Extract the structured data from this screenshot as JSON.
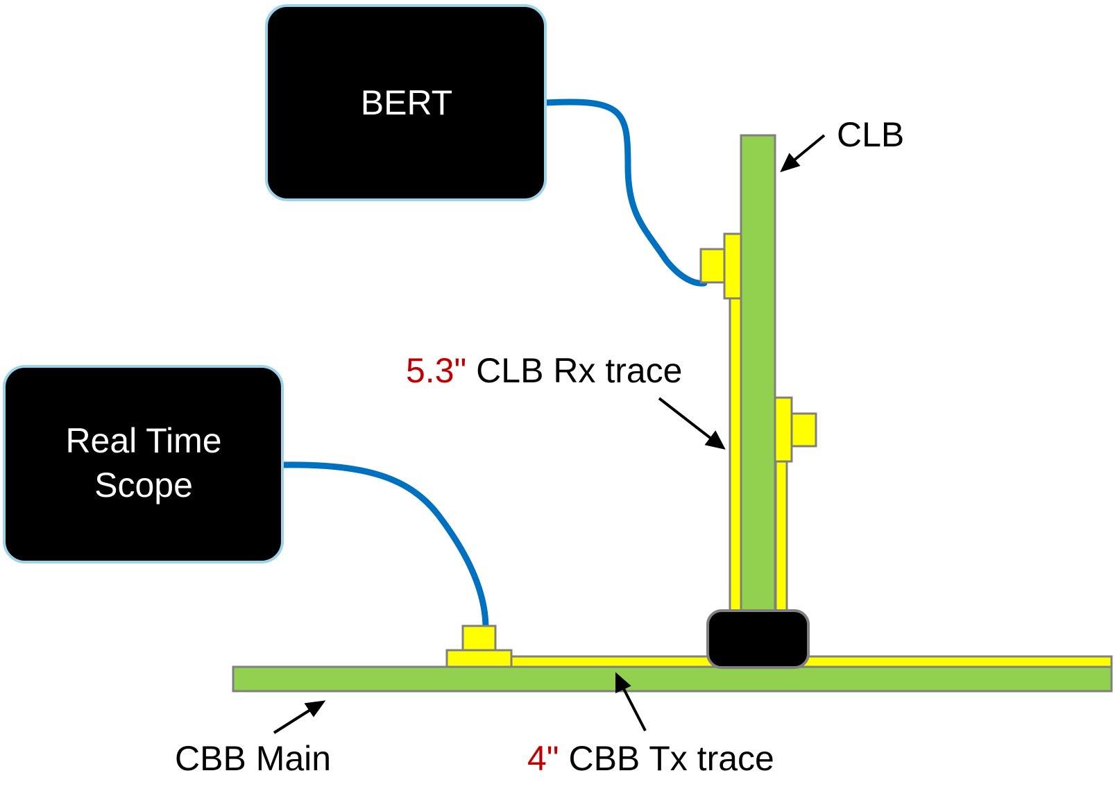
{
  "instruments": {
    "bert": {
      "label": "BERT"
    },
    "scope": {
      "line1": "Real Time",
      "line2": "Scope"
    }
  },
  "labels": {
    "clb": "CLB",
    "cbb_main": "CBB Main",
    "rx_length": "5.3\"",
    "rx_text": " CLB Rx trace",
    "tx_length": "4\"",
    "tx_text": " CBB Tx trace"
  },
  "colors": {
    "board": "#92d050",
    "trace": "#ffff00",
    "cable": "#0070c0",
    "instrument": "#000000",
    "instrument_border": "#9dd3e8",
    "outline": "#7f7f7f",
    "highlight": "#c00000"
  }
}
